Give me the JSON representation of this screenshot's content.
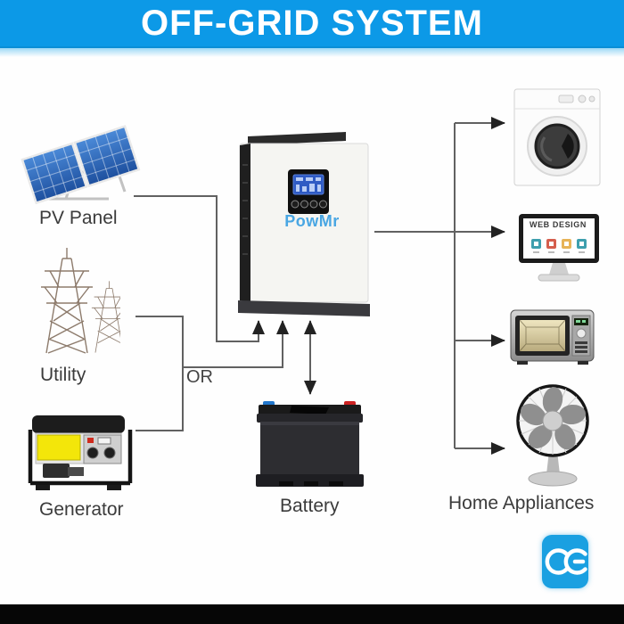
{
  "header": {
    "title": "OFF-GRID SYSTEM"
  },
  "nodes": {
    "pv_panel": {
      "label": "PV Panel"
    },
    "utility": {
      "label": "Utility"
    },
    "generator": {
      "label": "Generator"
    },
    "inverter": {
      "brand": "PowMr"
    },
    "battery": {
      "label": "Battery"
    },
    "home_appliances": {
      "label": "Home Appliances"
    },
    "monitor": {
      "screen_title": "WEB DESIGN"
    }
  },
  "connectors": {
    "or_label": "OR"
  },
  "badge": {
    "ce_label": "CE"
  },
  "colors": {
    "header_blue": "#0c99e7",
    "ce_blue": "#1aa0e1",
    "brand_blue": "#49a6e3",
    "solar_blue": "#2e6fc8",
    "line_gray": "#616161",
    "arrow_dark": "#222222",
    "label_text": "#3b3b3b",
    "battery_terminal_pos": "#cc2222",
    "battery_terminal_neg": "#2277cc",
    "generator_panel_yellow": "#f3e60a"
  }
}
